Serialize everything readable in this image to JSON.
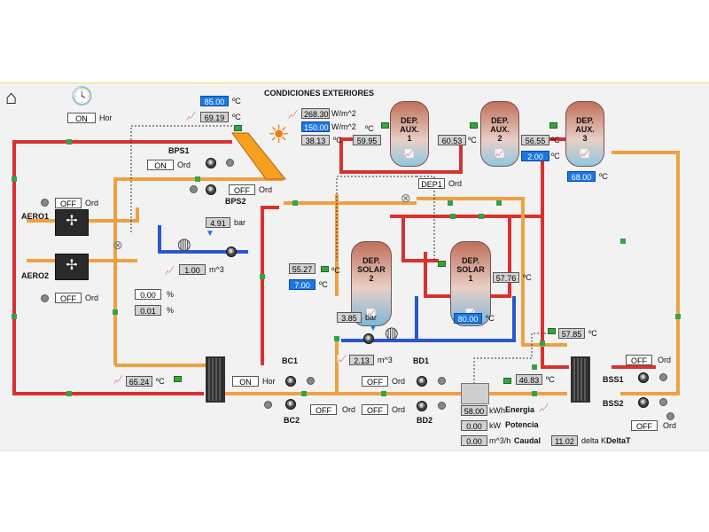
{
  "header": {
    "title": "CONDICIONES EXTERIORES",
    "home_icon": "home-icon",
    "clock_icon": "clock-icon",
    "timer": {
      "state": "ON",
      "unit": "Hor"
    }
  },
  "solar_collector": {
    "temp_set": "85.00",
    "temp_set_unit": "ºC",
    "temp": "69.19",
    "temp_unit": "ºC"
  },
  "weather": {
    "radiation": "268.30",
    "radiation_unit": "W/m^2",
    "radiation_set": "150.00",
    "radiation_set_unit": "W/m^2",
    "ext_temp": "38.13",
    "ext_temp_unit": "ºC"
  },
  "aux_tanks": {
    "tank1": {
      "name": "DEP.\nAUX.\n1",
      "temp": "59.95",
      "unit": "ºC"
    },
    "tank2": {
      "name": "DEP.\nAUX.\n2",
      "temp": "60.53",
      "unit": "ºC"
    },
    "tank3": {
      "name": "DEP.\nAUX.\n3",
      "temp": "56.55",
      "unit": "ºC",
      "set1": "2.00",
      "set1_unit": "ºC",
      "set2": "68.00",
      "set2_unit": "ºC"
    }
  },
  "bps": {
    "label1": "BPS1",
    "label2": "BPS2",
    "pump1": {
      "state": "ON",
      "unit": "Ord"
    },
    "pump2": {
      "state": "OFF",
      "unit": "Ord"
    }
  },
  "aero": {
    "label1": "AERO1",
    "label2": "AERO2",
    "fan1": {
      "state": "OFF",
      "unit": "Ord"
    },
    "fan2": {
      "state": "OFF",
      "unit": "Ord"
    },
    "valve_pct1": "0.00",
    "valve_pct2": "0.01",
    "pct_unit": "%"
  },
  "primary": {
    "pressure": "4.91",
    "pressure_unit": "bar",
    "flow": "1.00",
    "flow_unit": "m^3",
    "return_temp": "65.24",
    "return_unit": "ºC"
  },
  "dep1": {
    "state": "DEP1",
    "unit": "Ord"
  },
  "solar_tanks": {
    "tank2": {
      "name": "DEP.\nSOLAR\n2",
      "temp": "55.27",
      "unit": "ºC",
      "set": "7.00",
      "set_unit": "ºC"
    },
    "tank1": {
      "name": "DEP.\nSOLAR\n1",
      "temp": "57.76",
      "unit": "ºC",
      "set": "80.00",
      "set_unit": "ºC"
    }
  },
  "secondary": {
    "pressure": "3.85",
    "pressure_unit": "bar",
    "flow": "2.13",
    "flow_unit": "m^3",
    "temp_right": "57.85",
    "temp_right_unit": "ºC"
  },
  "bc": {
    "label1": "BC1",
    "label2": "BC2",
    "pump1": {
      "state": "ON",
      "unit": "Hor"
    },
    "pump2": {
      "state": "OFF",
      "unit": "Ord"
    }
  },
  "bd": {
    "label1": "BD1",
    "label2": "BD2",
    "pump1": {
      "state": "OFF",
      "unit": "Ord"
    },
    "pump2": {
      "state": "OFF",
      "unit": "Ord"
    }
  },
  "meter": {
    "temp": "46.83",
    "temp_unit": "ºC",
    "energy": "58.00",
    "energy_unit": "kWh",
    "energy_label": "Energia",
    "power": "0.00",
    "power_unit": "kW",
    "power_label": "Potencia",
    "flow": "0.00",
    "flow_unit": "m^3/h",
    "flow_label": "Caudal",
    "delta": "11.02",
    "delta_unit": "delta K",
    "delta_label": "DeltaT"
  },
  "bss": {
    "label1": "BSS1",
    "label2": "BSS2",
    "pump1": {
      "state": "OFF",
      "unit": "Ord"
    },
    "pump2": {
      "state": "OFF",
      "unit": "Ord"
    }
  },
  "colors": {
    "hot": "#d8322e",
    "warm": "#f0a040",
    "cold": "#2a56d0",
    "panel": "#f2f2f2",
    "setpoint": "#1a78e6"
  }
}
